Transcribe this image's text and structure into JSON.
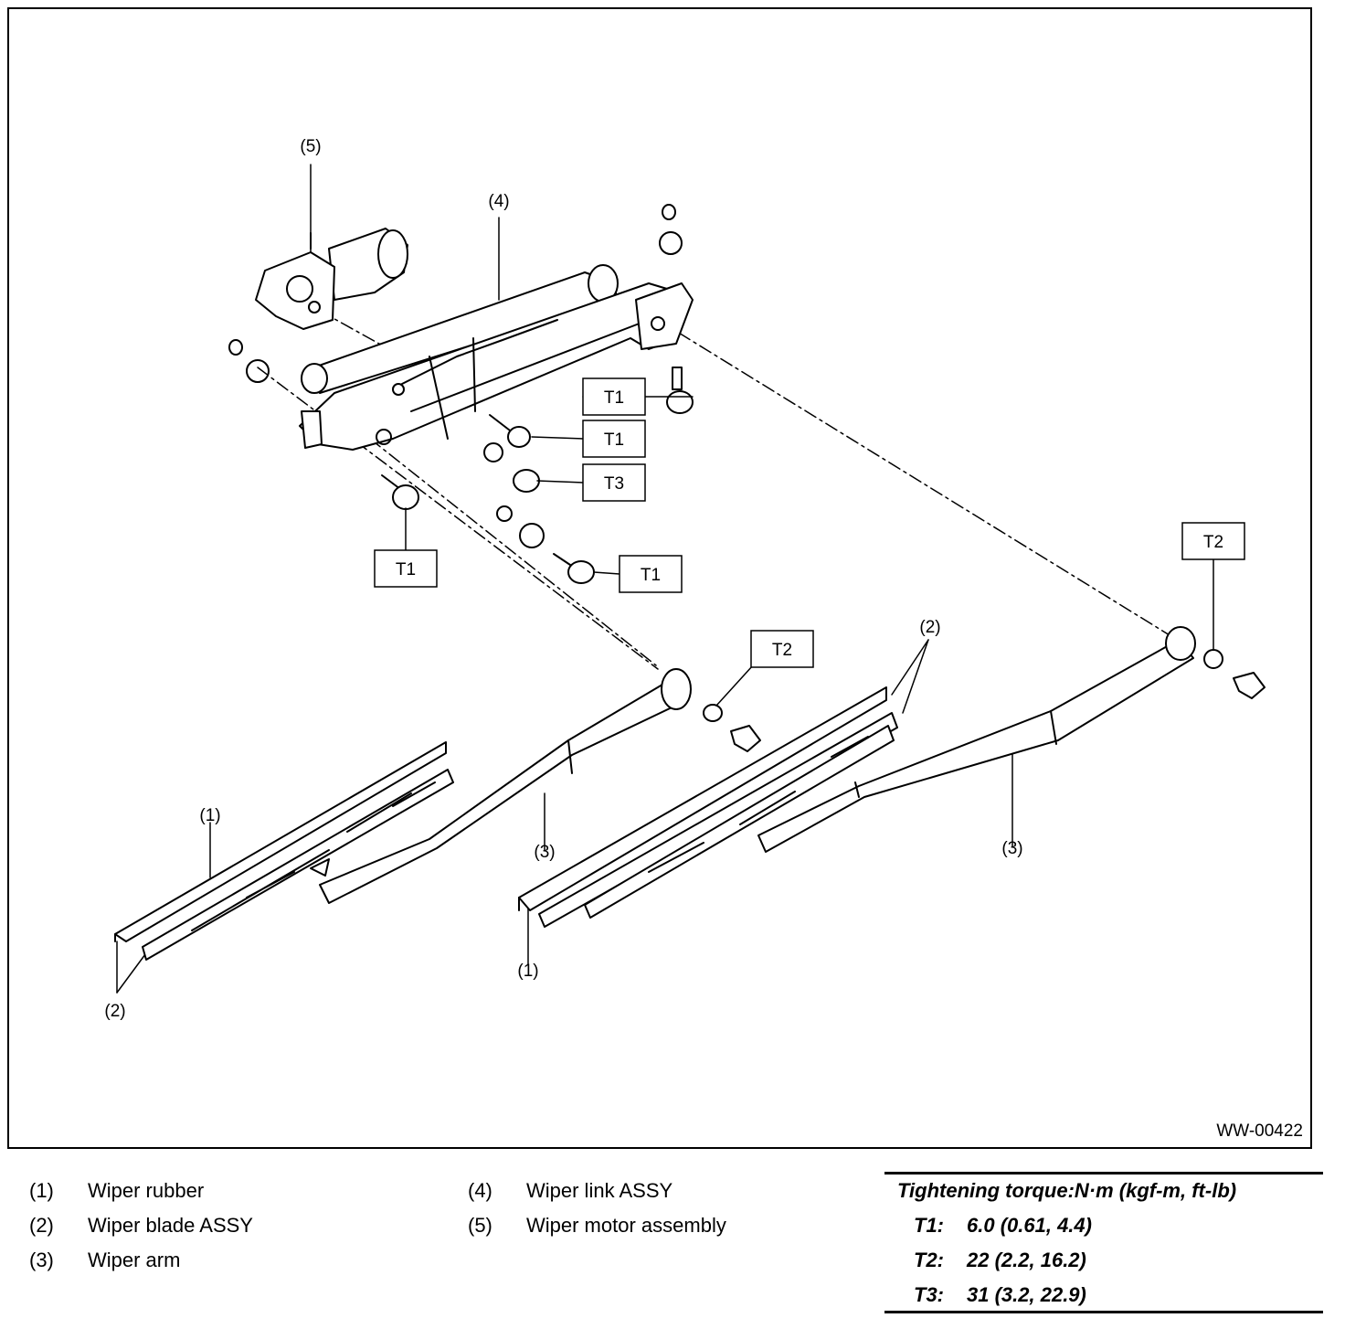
{
  "figure": {
    "code": "WW-00422",
    "callouts": [
      "(1)",
      "(2)",
      "(3)",
      "(4)",
      "(5)"
    ],
    "torque_labels": [
      "T1",
      "T2",
      "T3"
    ]
  },
  "legend": [
    {
      "num": "(1)",
      "text": "Wiper rubber"
    },
    {
      "num": "(2)",
      "text": "Wiper blade ASSY"
    },
    {
      "num": "(3)",
      "text": "Wiper arm"
    },
    {
      "num": "(4)",
      "text": "Wiper link ASSY"
    },
    {
      "num": "(5)",
      "text": "Wiper motor assembly"
    }
  ],
  "torque": {
    "title": "Tightening torque:N·m (kgf-m, ft-lb)",
    "rows": [
      {
        "key": "T1:",
        "value": "6.0 (0.61, 4.4)"
      },
      {
        "key": "T2:",
        "value": "22 (2.2, 16.2)"
      },
      {
        "key": "T3:",
        "value": "31 (3.2, 22.9)"
      }
    ]
  },
  "colors": {
    "line": "#000000",
    "background": "#ffffff"
  }
}
